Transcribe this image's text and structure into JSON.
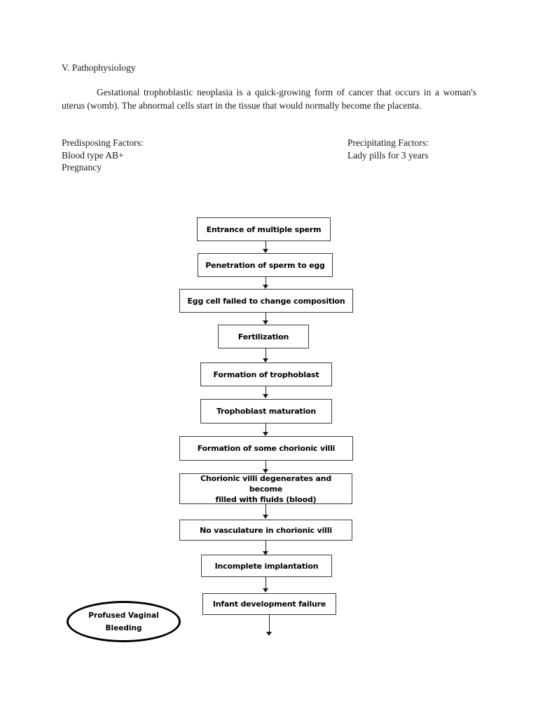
{
  "document": {
    "section_title": "V. Pathophysiology",
    "paragraph": "Gestational trophoblastic neoplasia is a quick-growing form of cancer that occurs in a woman's uterus (womb). The abnormal cells start in the tissue that would normally become the placenta.",
    "factors": {
      "predisposing": {
        "heading": "Predisposing Factors:",
        "items": [
          "Blood type AB+",
          "Pregnancy"
        ]
      },
      "precipitating": {
        "heading": "Precipitating Factors:",
        "items": [
          "Lady pills for 3 years"
        ]
      }
    }
  },
  "flowchart": {
    "nodes": [
      {
        "label": "Entrance of multiple sperm"
      },
      {
        "label": "Penetration of sperm to egg"
      },
      {
        "label": "Egg cell failed to change composition"
      },
      {
        "label": "Fertilization"
      },
      {
        "label": "Formation of trophoblast"
      },
      {
        "label": "Trophoblast maturation"
      },
      {
        "label": "Formation of some chorionic villi"
      },
      {
        "label_line1": "Chorionic villi degenerates and become",
        "label_line2": "filled with fluids (blood)"
      },
      {
        "label": "No vasculature in chorionic villi"
      },
      {
        "label": "Incomplete implantation"
      },
      {
        "label": "Infant development failure"
      }
    ],
    "outcome": {
      "line1": "Profused Vaginal",
      "line2": "Bleeding"
    }
  }
}
